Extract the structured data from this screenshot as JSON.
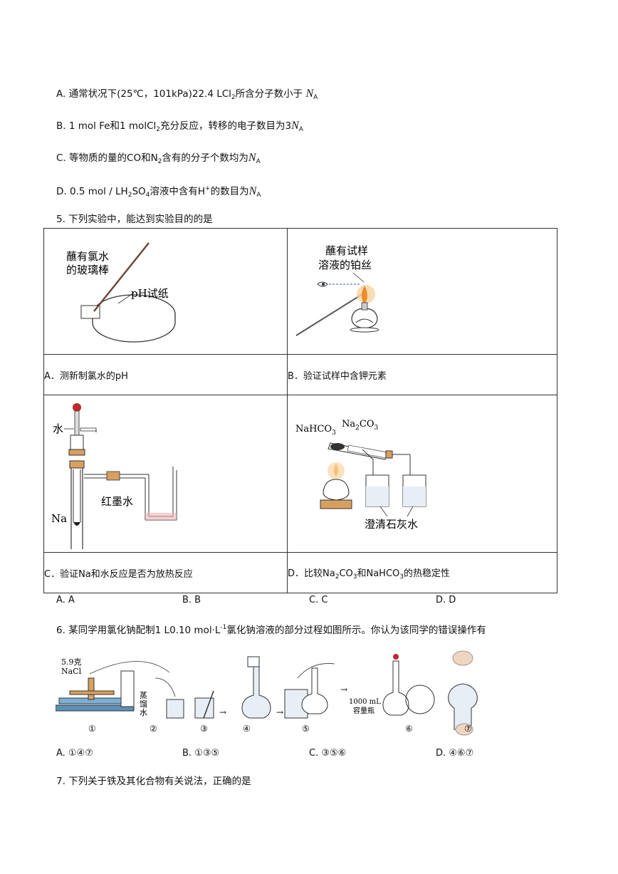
{
  "q4_options": {
    "A_letter": "A.",
    "A_text1": "通常状况下(25℃，101kPa)22.4 LCl",
    "A_sub": "2",
    "A_text2": "所含分子数小于",
    "A_na": "N",
    "A_na_sub": "A",
    "B_letter": "B.",
    "B_text1": "1 mol Fe和1 molCl",
    "B_sub": "2",
    "B_text2": "充分反应，转移的电子数目为3",
    "B_na": "N",
    "B_na_sub": "A",
    "C_letter": "C.",
    "C_text1": "等物质的量的CO和N",
    "C_sub": "2",
    "C_text2": "含有的分子个数均为",
    "C_na": "N",
    "C_na_sub": "A",
    "D_letter": "D.",
    "D_text1": "0.5 mol / LH",
    "D_sub1": "2",
    "D_text2": "SO",
    "D_sub2": "4",
    "D_text3": "溶液中含有H",
    "D_sup": "+",
    "D_text4": "的数目为",
    "D_na": "N",
    "D_na_sub": "A"
  },
  "q5": {
    "stem": "5. 下列实验中，能达到实验目的的是",
    "cells": {
      "a_label1": "蘸有氯水",
      "a_label2": "的玻璃棒",
      "a_label3": "pH试纸",
      "b_label1": "蘸有试样",
      "b_label2": "溶液的铂丝",
      "c_label_water": "水",
      "c_label_na": "Na",
      "c_label_ink": "红墨水",
      "d_label1": "NaHCO",
      "d_label1_sub": "3",
      "d_label2": "Na",
      "d_label2_sub1": "2",
      "d_label2_b": "CO",
      "d_label2_sub2": "3",
      "d_label3": "澄清石灰水"
    },
    "captions": {
      "A": "A．测新制氯水的pH",
      "B": "B．验证试样中含钾元素",
      "C": "C．验证Na和水反应是否为放热反应",
      "D_1": "D．比较Na",
      "D_s1": "2",
      "D_2": "CO",
      "D_s2": "3",
      "D_3": "和NaHCO",
      "D_s3": "3",
      "D_4": "的热稳定性"
    },
    "choices": [
      "A. A",
      "B. B",
      "C. C",
      "D. D"
    ]
  },
  "q6": {
    "stem1": "6. 某同学用氯化钠配制1 L0.10 mol·L",
    "stem_sup": "-1",
    "stem2": "氯化钠溶液的部分过程如图所示。你认为该同学的错误操作有",
    "fig": {
      "mass1": "5.9克",
      "mass2": "NaCl",
      "water1": "蒸",
      "water2": "馏",
      "water3": "水",
      "flask1": "1000 mL",
      "flask2": "容量瓶",
      "steps": [
        "①",
        "②",
        "③",
        "④",
        "⑤",
        "⑥",
        "⑦"
      ]
    },
    "choices": [
      "A. ①④⑦",
      "B. ①③⑤",
      "C. ③⑤⑥",
      "D. ④⑥⑦"
    ]
  },
  "q7": {
    "stem": "7. 下列关于铁及其化合物有关说法，正确的是"
  }
}
